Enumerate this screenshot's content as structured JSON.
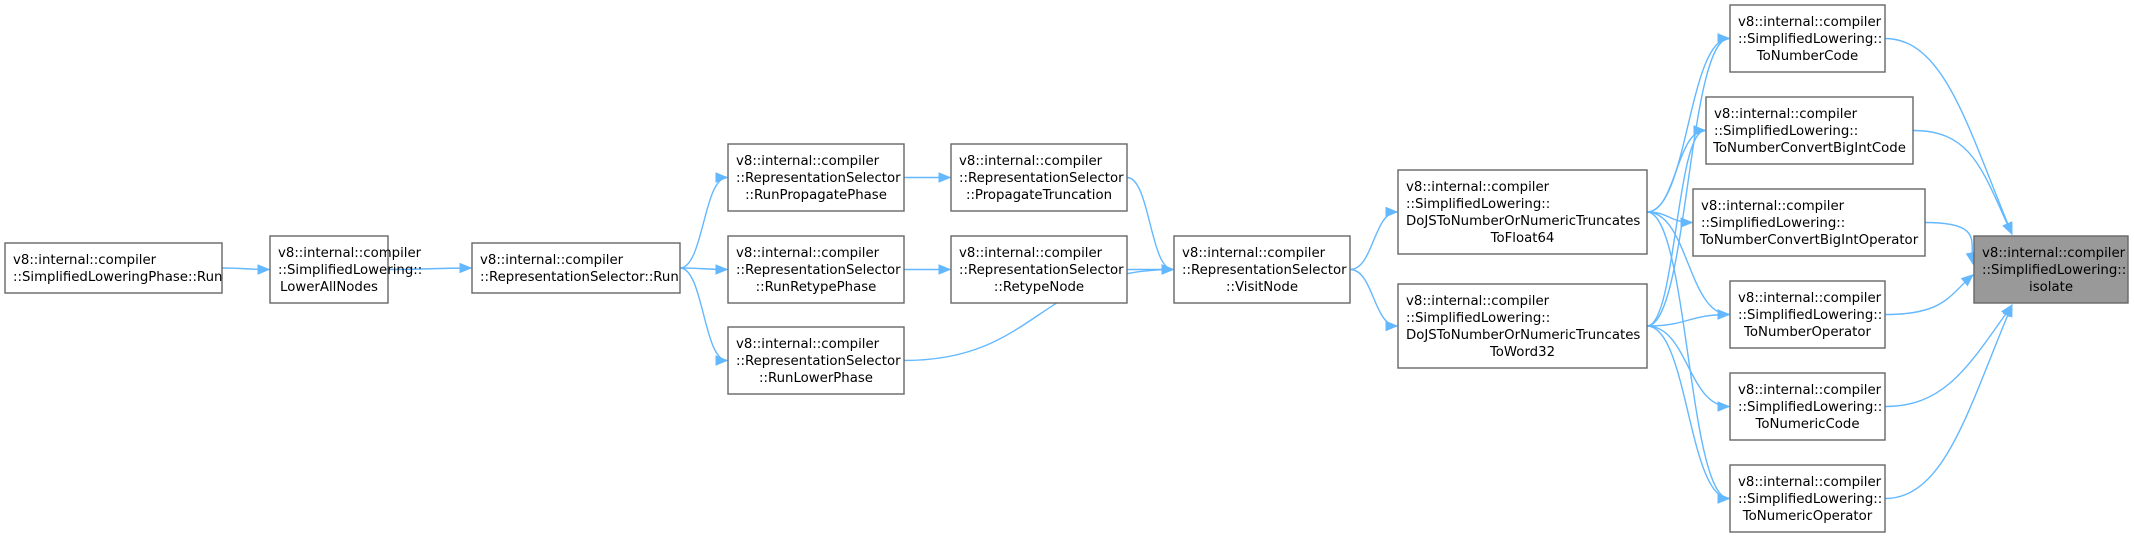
{
  "graph": {
    "type": "call-graph",
    "colors": {
      "edge": "#63b8ff",
      "node_border": "#666666",
      "node_fill": "#ffffff",
      "target_fill": "#999999"
    },
    "nodes": [
      {
        "id": "phase_run",
        "lines": [
          "v8::internal::compiler",
          "::SimplifiedLoweringPhase::Run"
        ]
      },
      {
        "id": "lower_all_nodes",
        "lines": [
          "v8::internal::compiler",
          "::SimplifiedLowering::",
          "LowerAllNodes"
        ]
      },
      {
        "id": "selector_run",
        "lines": [
          "v8::internal::compiler",
          "::RepresentationSelector::Run"
        ]
      },
      {
        "id": "run_propagate_phase",
        "lines": [
          "v8::internal::compiler",
          "::RepresentationSelector",
          "::RunPropagatePhase"
        ]
      },
      {
        "id": "run_retype_phase",
        "lines": [
          "v8::internal::compiler",
          "::RepresentationSelector",
          "::RunRetypePhase"
        ]
      },
      {
        "id": "run_lower_phase",
        "lines": [
          "v8::internal::compiler",
          "::RepresentationSelector",
          "::RunLowerPhase"
        ]
      },
      {
        "id": "propagate_truncation",
        "lines": [
          "v8::internal::compiler",
          "::RepresentationSelector",
          "::PropagateTruncation"
        ]
      },
      {
        "id": "retype_node",
        "lines": [
          "v8::internal::compiler",
          "::RepresentationSelector",
          "::RetypeNode"
        ]
      },
      {
        "id": "visit_node",
        "lines": [
          "v8::internal::compiler",
          "::RepresentationSelector",
          "::VisitNode"
        ]
      },
      {
        "id": "do_float64",
        "lines": [
          "v8::internal::compiler",
          "::SimplifiedLowering::",
          "DoJSToNumberOrNumericTruncates",
          "ToFloat64"
        ]
      },
      {
        "id": "do_word32",
        "lines": [
          "v8::internal::compiler",
          "::SimplifiedLowering::",
          "DoJSToNumberOrNumericTruncates",
          "ToWord32"
        ]
      },
      {
        "id": "to_number_code",
        "lines": [
          "v8::internal::compiler",
          "::SimplifiedLowering::",
          "ToNumberCode"
        ]
      },
      {
        "id": "to_number_convert_bigint_code",
        "lines": [
          "v8::internal::compiler",
          "::SimplifiedLowering::",
          "ToNumberConvertBigIntCode"
        ]
      },
      {
        "id": "to_number_convert_bigint_operator",
        "lines": [
          "v8::internal::compiler",
          "::SimplifiedLowering::",
          "ToNumberConvertBigIntOperator"
        ]
      },
      {
        "id": "to_number_operator",
        "lines": [
          "v8::internal::compiler",
          "::SimplifiedLowering::",
          "ToNumberOperator"
        ]
      },
      {
        "id": "to_numeric_code",
        "lines": [
          "v8::internal::compiler",
          "::SimplifiedLowering::",
          "ToNumericCode"
        ]
      },
      {
        "id": "to_numeric_operator",
        "lines": [
          "v8::internal::compiler",
          "::SimplifiedLowering::",
          "ToNumericOperator"
        ]
      },
      {
        "id": "isolate",
        "lines": [
          "v8::internal::compiler",
          "::SimplifiedLowering::",
          "isolate"
        ],
        "is_target": true
      }
    ],
    "edges": [
      {
        "from": "phase_run",
        "to": "lower_all_nodes"
      },
      {
        "from": "lower_all_nodes",
        "to": "selector_run"
      },
      {
        "from": "selector_run",
        "to": "run_propagate_phase"
      },
      {
        "from": "selector_run",
        "to": "run_retype_phase"
      },
      {
        "from": "selector_run",
        "to": "run_lower_phase"
      },
      {
        "from": "run_propagate_phase",
        "to": "propagate_truncation"
      },
      {
        "from": "run_retype_phase",
        "to": "retype_node"
      },
      {
        "from": "propagate_truncation",
        "to": "visit_node"
      },
      {
        "from": "retype_node",
        "to": "visit_node"
      },
      {
        "from": "run_lower_phase",
        "to": "visit_node"
      },
      {
        "from": "visit_node",
        "to": "do_float64"
      },
      {
        "from": "visit_node",
        "to": "do_word32"
      },
      {
        "from": "do_float64",
        "to": "to_number_code"
      },
      {
        "from": "do_float64",
        "to": "to_number_convert_bigint_code"
      },
      {
        "from": "do_float64",
        "to": "to_number_convert_bigint_operator"
      },
      {
        "from": "do_float64",
        "to": "to_number_operator"
      },
      {
        "from": "do_float64",
        "to": "to_numeric_operator"
      },
      {
        "from": "do_word32",
        "to": "to_number_code"
      },
      {
        "from": "do_word32",
        "to": "to_number_convert_bigint_code"
      },
      {
        "from": "do_word32",
        "to": "to_number_operator"
      },
      {
        "from": "do_word32",
        "to": "to_numeric_code"
      },
      {
        "from": "do_word32",
        "to": "to_numeric_operator"
      },
      {
        "from": "to_number_code",
        "to": "isolate"
      },
      {
        "from": "to_number_convert_bigint_code",
        "to": "isolate"
      },
      {
        "from": "to_number_convert_bigint_operator",
        "to": "isolate"
      },
      {
        "from": "to_number_operator",
        "to": "isolate"
      },
      {
        "from": "to_numeric_code",
        "to": "isolate"
      },
      {
        "from": "to_numeric_operator",
        "to": "isolate"
      }
    ]
  }
}
